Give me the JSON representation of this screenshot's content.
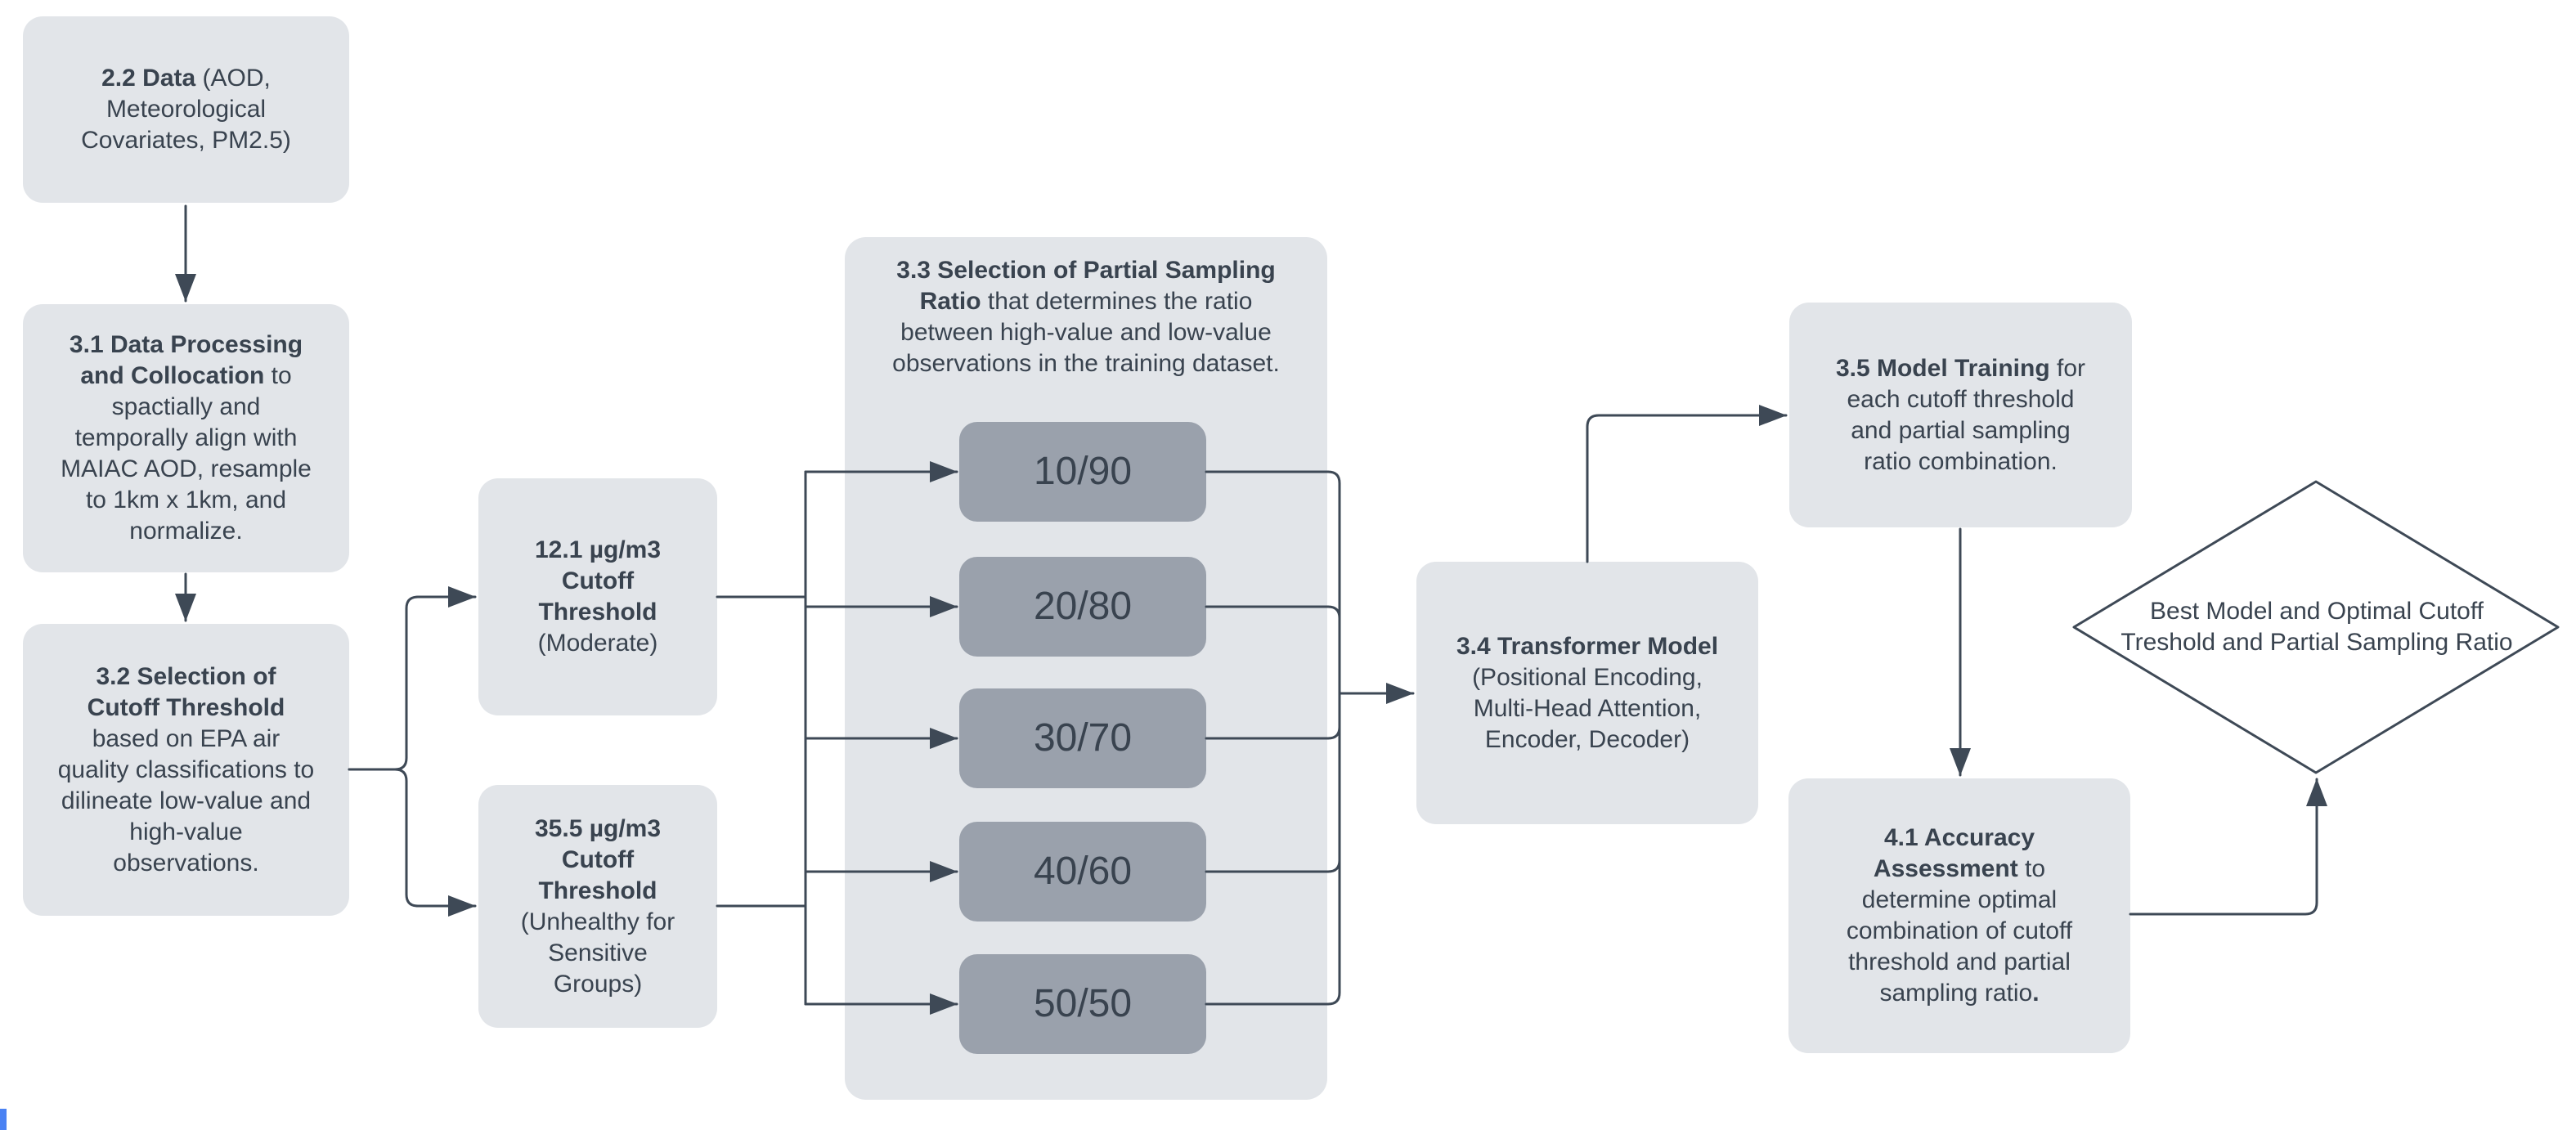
{
  "diagram": {
    "colors": {
      "box_fill": "#e2e5e9",
      "ratio_fill": "#9aa1ac",
      "text": "#39434f",
      "line": "#3e4956",
      "diamond_fill": "#ffffff",
      "edge_fragment_blue": "#4a82f3"
    },
    "nodes": {
      "data": {
        "bold": "2.2 Data",
        "rest": " (AOD,\nMeteorological\nCovariates, PM2.5)"
      },
      "processing": {
        "bold": "3.1 Data Processing\nand Collocation",
        "rest": " to\nspactially and\ntemporally align with\nMAIAC AOD, resample\nto 1km x 1km, and\nnormalize."
      },
      "cutoff_selection": {
        "bold": "3.2 Selection of\nCutoff Threshold",
        "rest": "\nbased on EPA air\nquality classifications to\ndilineate low-value and\nhigh-value\nobservations."
      },
      "threshold_moderate": {
        "bold": "12.1 µg/m3\nCutoff\nThreshold",
        "rest": "\n(Moderate)"
      },
      "threshold_unhealthy": {
        "bold": "35.5 µg/m3\nCutoff\nThreshold",
        "rest": "\n(Unhealthy for\nSensitive\nGroups)"
      },
      "sampling_ratio": {
        "bold": "3.3 Selection of Partial Sampling\nRatio",
        "rest": " that determines the ratio\nbetween high-value and low-value\nobservations in the training dataset."
      },
      "ratios": [
        "10/90",
        "20/80",
        "30/70",
        "40/60",
        "50/50"
      ],
      "transformer": {
        "bold": "3.4 Transformer Model",
        "rest": "\n(Positional Encoding,\nMulti-Head Attention,\nEncoder, Decoder)"
      },
      "training": {
        "bold": "3.5 Model Training",
        "rest": " for\neach cutoff threshold\nand partial sampling\nratio combination."
      },
      "accuracy": {
        "bold": "4.1 Accuracy\nAssessment",
        "rest": " to\ndetermine optimal\ncombination of cutoff\nthreshold and partial\nsampling ratio",
        "tail_bold": "."
      },
      "best_model": {
        "text": "Best Model and Optimal Cutoff\nTreshold and Partial Sampling Ratio"
      }
    }
  }
}
